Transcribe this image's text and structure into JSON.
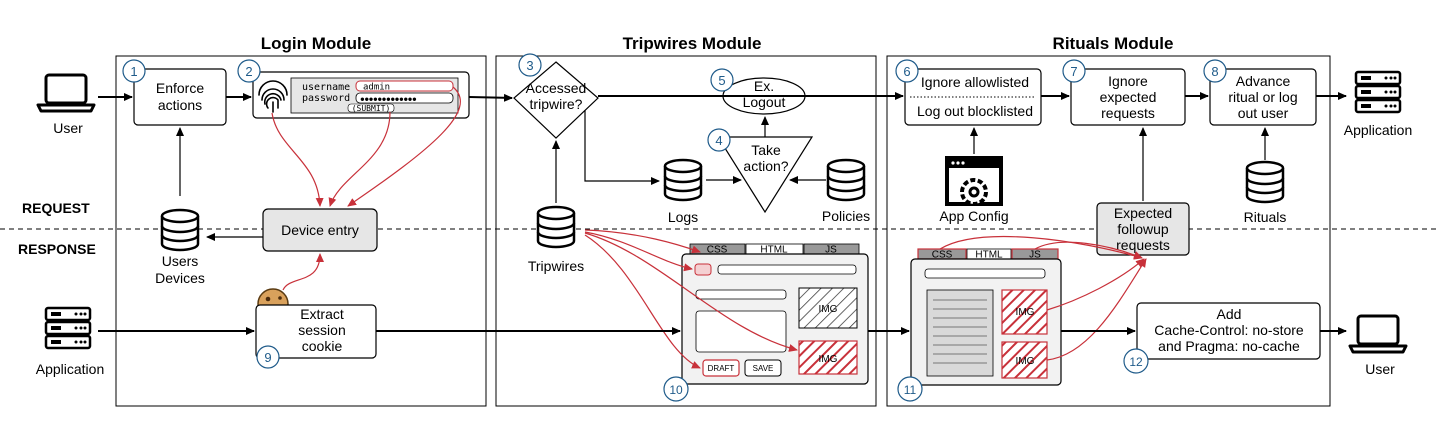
{
  "modules": {
    "login": "Login Module",
    "tripwires": "Tripwires Module",
    "rituals": "Rituals Module"
  },
  "phases": {
    "request": "REQUEST",
    "response": "RESPONSE"
  },
  "actors": {
    "user_left": "User",
    "application_left": "Application",
    "application_right": "Application",
    "user_right": "User"
  },
  "steps": {
    "s1": "1",
    "s2": "2",
    "s3": "3",
    "s4": "4",
    "s5": "5",
    "s6": "6",
    "s7": "7",
    "s8": "8",
    "s9": "9",
    "s10": "10",
    "s11": "11",
    "s12": "12"
  },
  "boxes": {
    "enforce_1": "Enforce",
    "enforce_2": "actions",
    "device_entry": "Device entry",
    "extract_1": "Extract",
    "extract_2": "session",
    "extract_3": "cookie",
    "accessed_1": "Accessed",
    "accessed_2": "tripwire?",
    "logout_1": "Ex.",
    "logout_2": "Logout",
    "take_1": "Take",
    "take_2": "action?",
    "ignore_allow": "Ignore allowlisted",
    "logout_block": "Log out blocklisted",
    "ignore_exp_1": "Ignore",
    "ignore_exp_2": "expected",
    "ignore_exp_3": "requests",
    "advance_1": "Advance",
    "advance_2": "ritual or log",
    "advance_3": "out user",
    "expected_1": "Expected",
    "expected_2": "followup",
    "expected_3": "requests",
    "add_1": "Add",
    "add_2": "Cache-Control: no-store",
    "add_3": "and Pragma: no-cache"
  },
  "databases": {
    "users_devices_1": "Users",
    "users_devices_2": "Devices",
    "tripwires": "Tripwires",
    "logs": "Logs",
    "policies": "Policies",
    "rituals": "Rituals",
    "app_config": "App Config"
  },
  "login_form": {
    "username_label": "username",
    "username_value": "admin",
    "password_label": "password",
    "password_value": "●●●●●●●●●●●●●",
    "submit": "(SUBMIT)"
  },
  "webpage": {
    "tab_css": "CSS",
    "tab_html": "HTML",
    "tab_js": "JS",
    "img": "IMG",
    "draft": "DRAFT",
    "save": "SAVE"
  },
  "colors": {
    "red": "#c8313a",
    "blue": "#1f5b8a",
    "grey_fill": "#e6e6e6",
    "page_fill": "#f2f2f2"
  }
}
